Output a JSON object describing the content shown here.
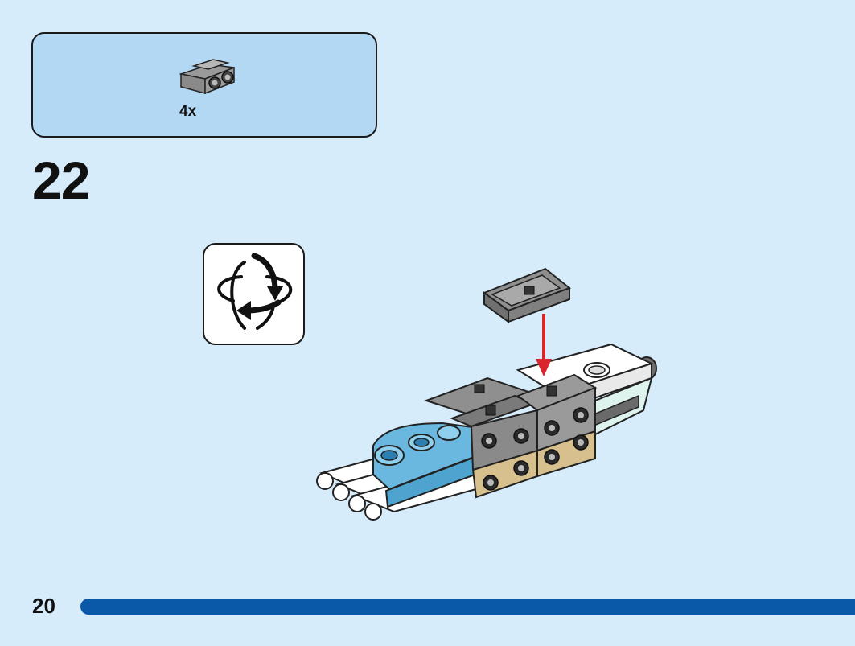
{
  "parts_callout": {
    "quantity_label": "4x",
    "part_icon": "gray-bracket-plate-icon"
  },
  "step": {
    "number": "22"
  },
  "rotate_hint": {
    "icon": "rotate-model-icon"
  },
  "assembly": {
    "icon": "lego-plane-assembly-image",
    "arrow_color": "#d9262c"
  },
  "footer": {
    "page_number": "20",
    "bar_color": "#0a59a8"
  },
  "colors": {
    "background": "#d6ecfb",
    "callout_background": "#b3d8f4"
  }
}
